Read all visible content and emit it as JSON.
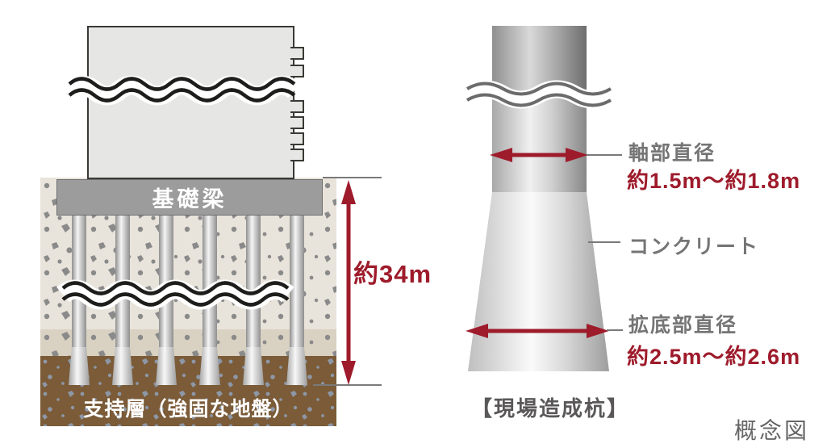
{
  "colors": {
    "accent_red": "#9e1b2b",
    "label_gray": "#757575",
    "caption_gray": "#595757",
    "note_gray": "#666666",
    "beam_gray": "#9c9c9c",
    "soil_top": "#e9e4db",
    "soil_band": "#d9d1c2",
    "soil_bearing": "#7b5b38",
    "building_fill": "#e6e6e4",
    "outline_dark": "#3a3a35",
    "line_gray": "#7a7a7a"
  },
  "left_diagram": {
    "beam_label": "基礎梁",
    "support_layer_label": "支持層（強固な地盤）",
    "depth_label": "約34m"
  },
  "right_diagram": {
    "shaft_diameter_label": "軸部直径",
    "shaft_diameter_value": "約1.5m〜約1.8m",
    "concrete_label": "コンクリート",
    "base_diameter_label": "拡底部直径",
    "base_diameter_value": "約2.5m〜約2.6m",
    "caption": "【現場造成杭】"
  },
  "footer": {
    "note_label": "概念図"
  }
}
